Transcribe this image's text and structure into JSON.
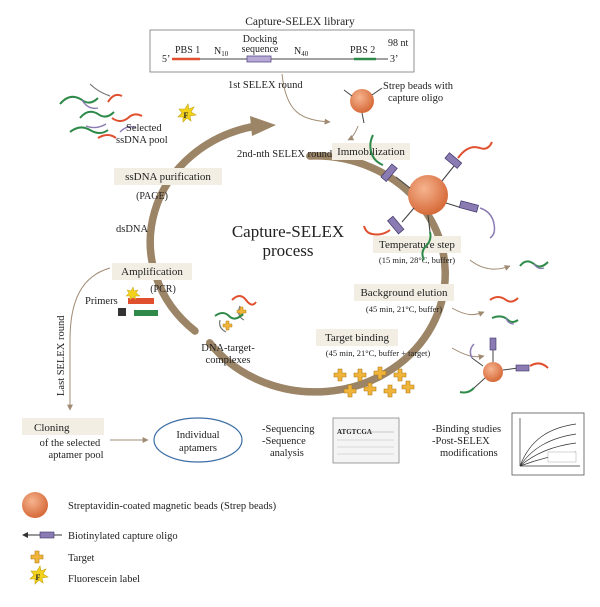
{
  "library": {
    "title": "Capture-SELEX library",
    "five_prime": "5’",
    "three_prime": "3’",
    "pbs1": "PBS 1",
    "n10": "N",
    "n10_sub": "10",
    "docking_line1": "Docking",
    "docking_line2": "sequence",
    "n40": "N",
    "n40_sub": "40",
    "pbs2": "PBS 2",
    "length": "98 nt"
  },
  "rounds": {
    "first": "1st SELEX round",
    "second": "2nd-nth SELEX round",
    "last": "Last SELEX round"
  },
  "center": {
    "line1": "Capture-SELEX",
    "line2": "process"
  },
  "steps": {
    "immobilization": "Immobilization",
    "temperature": "Temperature step",
    "temperature_cond": "(15 min, 28°C, buffer)",
    "background": "Background elution",
    "background_cond": "(45 min, 21°C, buffer)",
    "target_binding": "Target binding",
    "target_cond": "(45 min, 21°C, buffer + target)",
    "purification": "ssDNA purification",
    "purification_method": "(PAGE)",
    "amplification": "Amplification",
    "amplification_method": "(PCR)"
  },
  "labels": {
    "strep_beads_line1": "Strep beads with",
    "strep_beads_line2": "capture oligo",
    "selected_pool_line1": "Selected",
    "selected_pool_line2": "ssDNA pool",
    "dsdna": "dsDNA",
    "primers": "Primers",
    "complexes_line1": "DNA-target-",
    "complexes_line2": "complexes",
    "fluor_letter": "F"
  },
  "bottom": {
    "cloning_title": "Cloning",
    "cloning_line2": "of the selected",
    "cloning_line3": "aptamer pool",
    "individual_line1": "Individual",
    "individual_line2": "aptamers",
    "seq_line1": "-Sequencing",
    "seq_line2": "-Sequence",
    "seq_line3": "analysis",
    "seq_text": "ATGTCGA",
    "binding_line1": "-Binding studies",
    "binding_line2": "-Post-SELEX",
    "binding_line3": "modifications"
  },
  "legend": {
    "beads": "Streptavidin-coated magnetic beads (Strep beads)",
    "oligo": "Biotinylated capture oligo",
    "target": "Target",
    "fluor": "Fluorescein label"
  },
  "colors": {
    "cycle": "#9c8466",
    "bead": "#e2875a",
    "red": "#e0502f",
    "green": "#2f8a4a",
    "purple": "#8a7bb3",
    "target": "#f0b43a",
    "label_box": "#f3eee4",
    "ellipse": "#3d6fa6"
  }
}
